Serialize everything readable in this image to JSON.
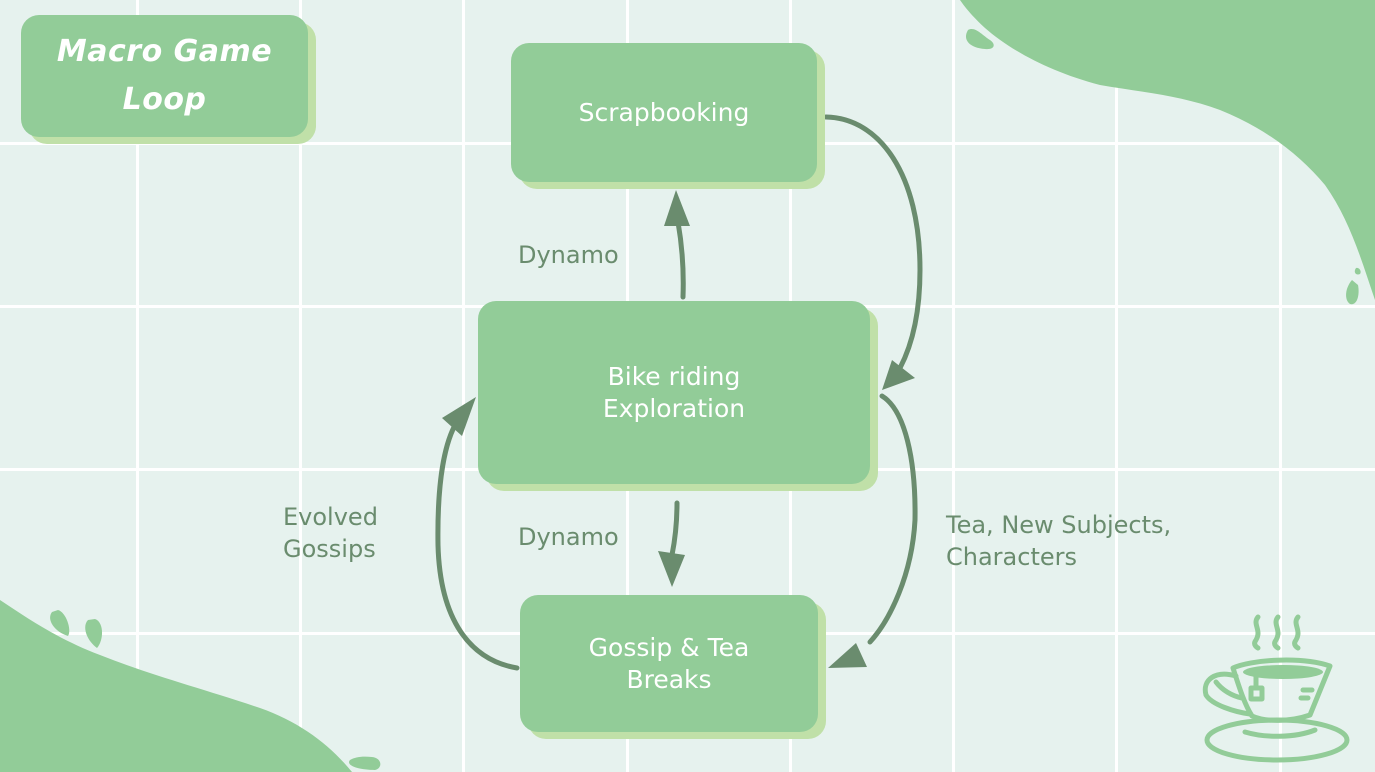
{
  "title": "Macro Game Loop",
  "title_lines": "Macro Game\nLoop",
  "colors": {
    "background": "#e6f2ee",
    "grid": "#ffffff",
    "box_fill": "#92cc98",
    "box_shadow": "#c0e0a8",
    "arrow": "#6a8c6e",
    "label_text": "#6a8c6e",
    "box_text": "#ffffff",
    "decoration": "#92cc98"
  },
  "nodes": {
    "scrapbooking": {
      "label": "Scrapbooking"
    },
    "bike": {
      "label": "Bike riding\nExploration"
    },
    "gossip": {
      "label": "Gossip & Tea\nBreaks"
    }
  },
  "edges": [
    {
      "from": "bike",
      "to": "scrapbooking",
      "label": "Dynamo"
    },
    {
      "from": "scrapbooking",
      "to": "bike",
      "label": ""
    },
    {
      "from": "bike",
      "to": "gossip",
      "label": "Dynamo"
    },
    {
      "from": "bike",
      "to": "gossip",
      "label": "Tea, New Subjects,\nCharacters"
    },
    {
      "from": "gossip",
      "to": "bike",
      "label": "Evolved\nGossips"
    }
  ],
  "labels": {
    "dynamo_top": "Dynamo",
    "dynamo_bottom": "Dynamo",
    "evolved_gossips": "Evolved\nGossips",
    "tea_subjects": "Tea, New Subjects,\nCharacters"
  },
  "decorations": [
    "paint-splash-top-right",
    "paint-splash-bottom-left",
    "teacup-icon"
  ]
}
